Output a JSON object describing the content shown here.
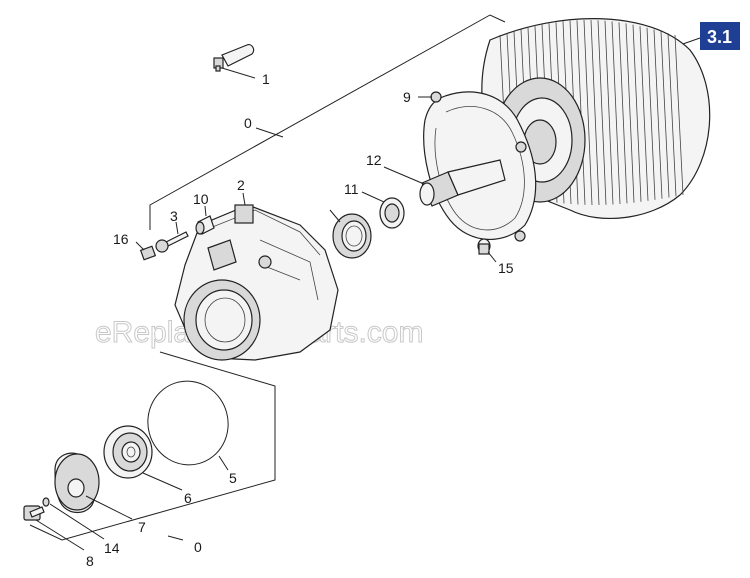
{
  "badge": {
    "text": "3.1",
    "color": "#1f3f94"
  },
  "watermark": "eReplacementParts.com",
  "labels": {
    "l0_top": "0",
    "l1": "1",
    "l2": "2",
    "l3": "3",
    "l5": "5",
    "l6": "6",
    "l7": "7",
    "l8": "8",
    "l9": "9",
    "l10": "10",
    "l11": "11",
    "l12": "12",
    "l14": "14",
    "l15": "15",
    "l16": "16",
    "l0_bottom": "0"
  }
}
